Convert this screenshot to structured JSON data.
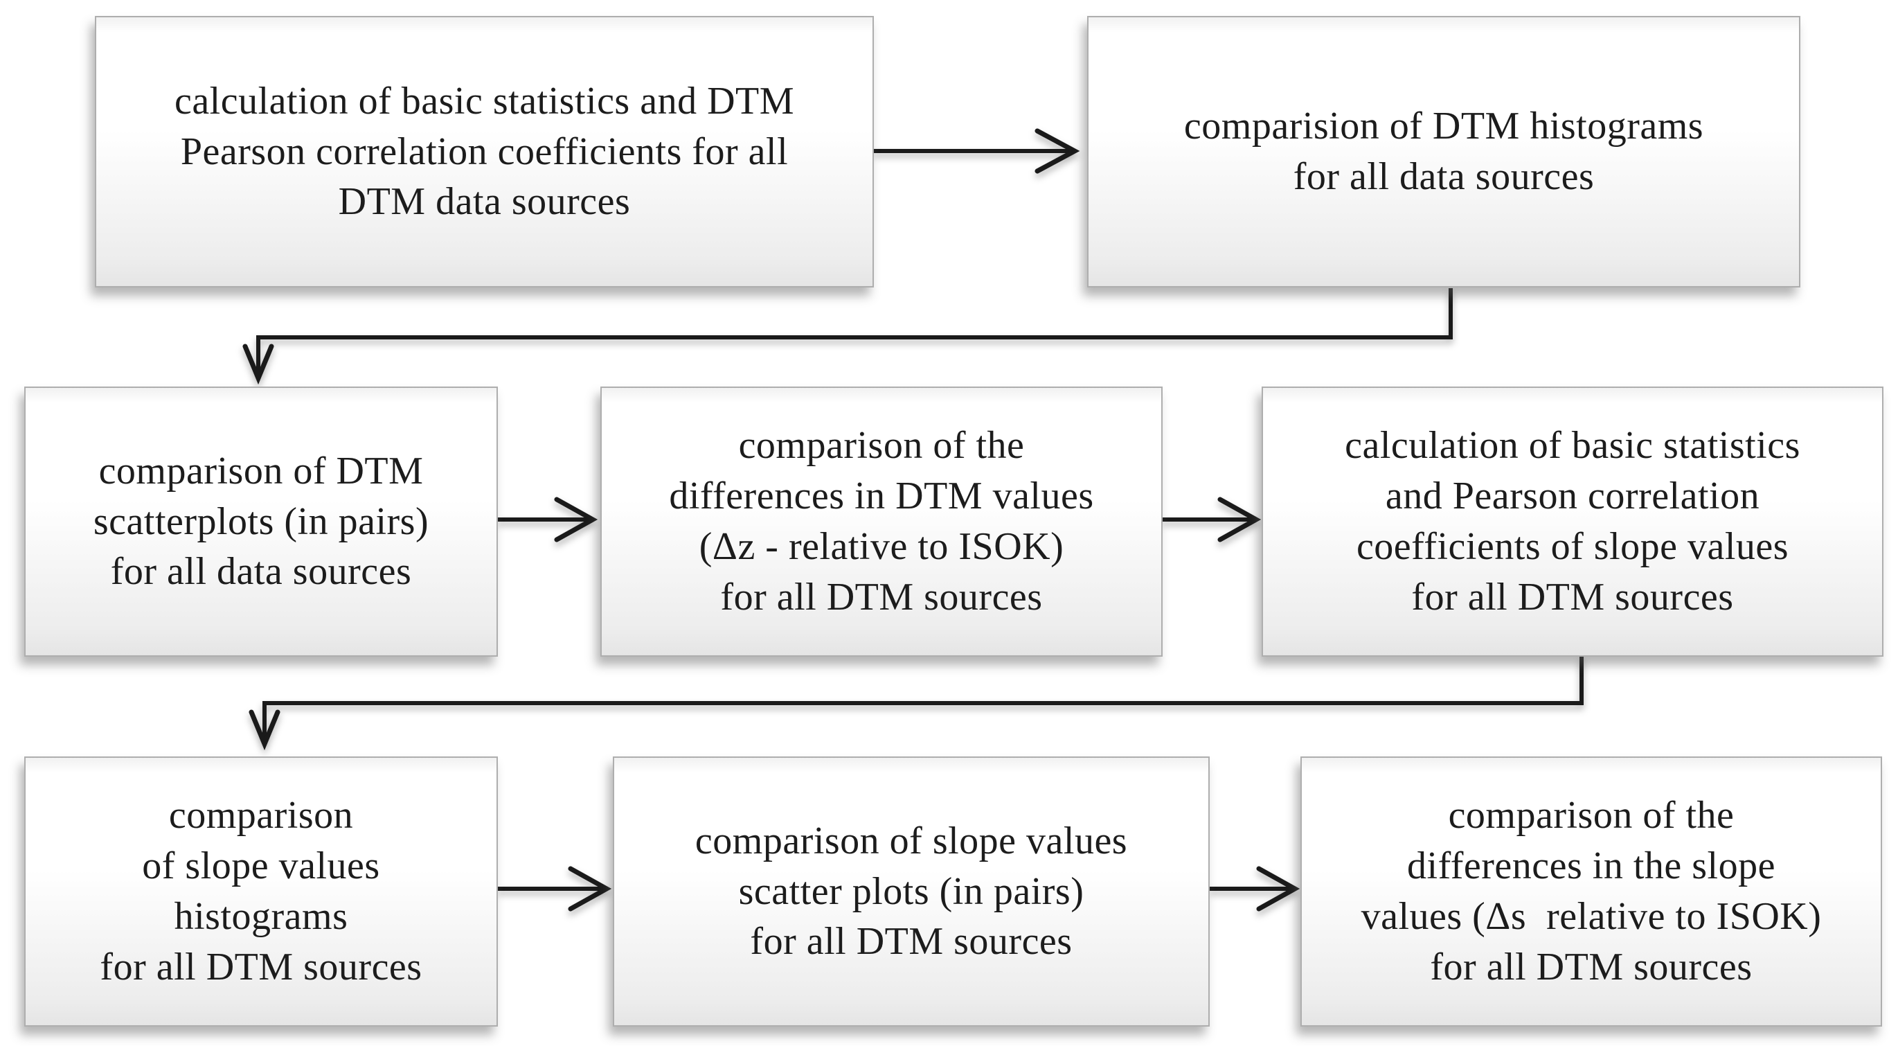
{
  "figure": {
    "type": "flowchart",
    "background": "#ffffff",
    "box_border_color": "#aeaeae",
    "box_fill_top": "#ffffff",
    "box_fill_bottom": "#e5e5e5",
    "line_color": "#1a1a1a",
    "text_color": "#1c1c1c",
    "boxes": [
      {
        "id": "box-1",
        "lines": [
          "calculation of basic statistics and DTM",
          "Pearson correlation coefficients for all",
          "DTM data sources"
        ]
      },
      {
        "id": "box-2",
        "lines": [
          "comparision of DTM histograms",
          "for all data sources"
        ]
      },
      {
        "id": "box-3",
        "lines": [
          "comparison of DTM",
          "scatterplots (in pairs)",
          "for all data sources"
        ]
      },
      {
        "id": "box-4",
        "lines": [
          "comparison of the",
          "differences in DTM values",
          "(Δz - relative to ISOK)",
          "for all DTM sources"
        ]
      },
      {
        "id": "box-5",
        "lines": [
          "calculation of basic statistics",
          "and Pearson correlation",
          "coefficients of slope values",
          "for all DTM sources"
        ]
      },
      {
        "id": "box-6",
        "lines": [
          "comparison",
          "of slope values",
          "histograms",
          "for all DTM sources"
        ]
      },
      {
        "id": "box-7",
        "lines": [
          "comparison of slope values",
          "scatter plots (in pairs)",
          "for all DTM sources"
        ]
      },
      {
        "id": "box-8",
        "lines": [
          "comparison of the",
          "differences in the slope",
          "values (Δs  relative to ISOK)",
          "for all DTM sources"
        ]
      }
    ],
    "connectors": [
      {
        "from": "box-1",
        "to": "box-2",
        "style": "straight-right-arrow"
      },
      {
        "from": "box-2",
        "to": "box-3",
        "style": "elbow-down-left-down-arrow"
      },
      {
        "from": "box-3",
        "to": "box-4",
        "style": "straight-right-arrow"
      },
      {
        "from": "box-4",
        "to": "box-5",
        "style": "straight-right-arrow"
      },
      {
        "from": "box-5",
        "to": "box-6",
        "style": "elbow-down-left-down-arrow"
      },
      {
        "from": "box-6",
        "to": "box-7",
        "style": "straight-right-arrow"
      },
      {
        "from": "box-7",
        "to": "box-8",
        "style": "straight-right-arrow"
      }
    ]
  }
}
